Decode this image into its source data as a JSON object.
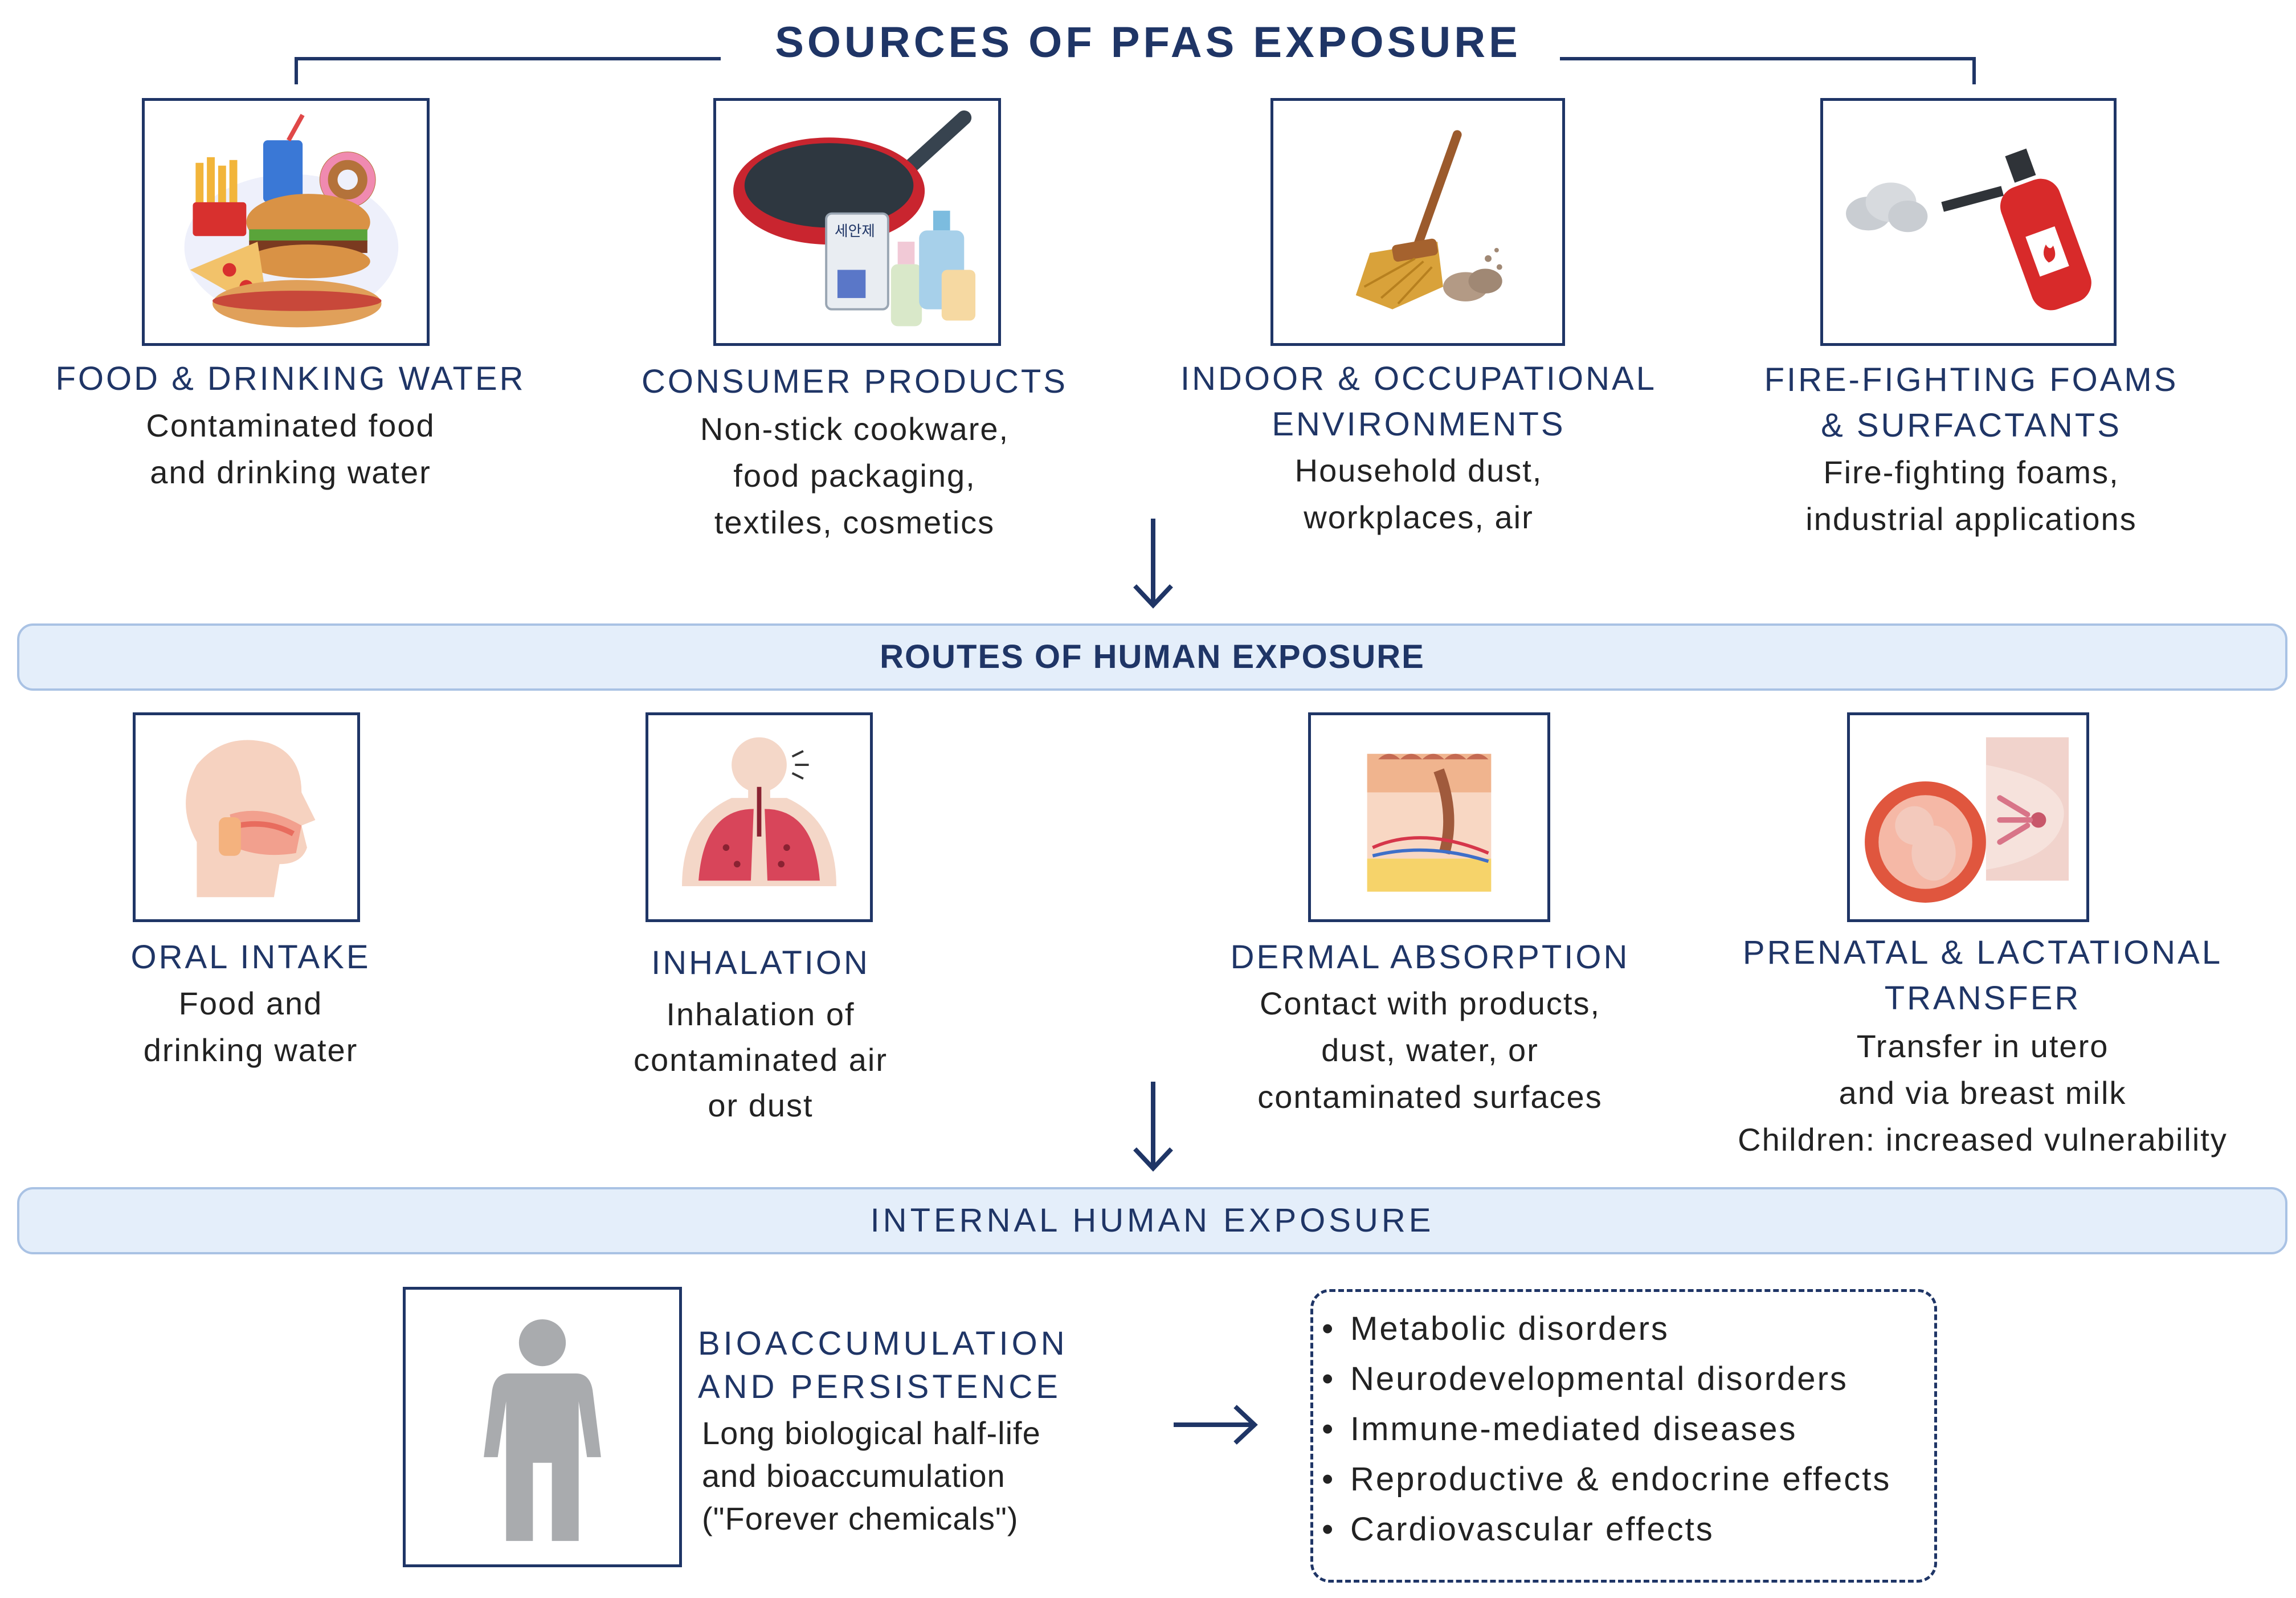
{
  "title": "SOURCES OF PFAS EXPOSURE",
  "sources": [
    {
      "title_lines": [
        "FOOD & DRINKING WATER"
      ],
      "desc_lines": [
        "Contaminated food",
        "and drinking water"
      ],
      "icon": "fast-food-icon"
    },
    {
      "title_lines": [
        "CONSUMER PRODUCTS"
      ],
      "desc_lines": [
        "Non-stick cookware,",
        "food packaging,",
        "textiles, cosmetics"
      ],
      "icon": "frying-pan-cosmetics-icon",
      "packaging_text": "세안제"
    },
    {
      "title_lines": [
        "INDOOR & OCCUPATIONAL",
        "ENVIRONMENTS"
      ],
      "desc_lines": [
        "Household dust,",
        "workplaces, air"
      ],
      "icon": "broom-dust-icon"
    },
    {
      "title_lines": [
        "FIRE-FIGHTING FOAMS",
        "& SURFACTANTS"
      ],
      "desc_lines": [
        "Fire-fighting foams,",
        "industrial applications"
      ],
      "icon": "fire-extinguisher-icon"
    }
  ],
  "routes_band": "ROUTES OF HUMAN EXPOSURE",
  "routes": [
    {
      "title_lines": [
        "ORAL INTAKE"
      ],
      "desc_lines": [
        "Food and",
        "drinking water"
      ],
      "icon": "head-mouth-icon"
    },
    {
      "title_lines": [
        "INHALATION"
      ],
      "desc_lines": [
        "Inhalation of",
        "contaminated air",
        "or dust"
      ],
      "icon": "lungs-icon"
    },
    {
      "title_lines": [
        "DERMAL ABSORPTION"
      ],
      "desc_lines": [
        "Contact with products,",
        "dust, water, or",
        "contaminated surfaces"
      ],
      "icon": "skin-layers-icon"
    },
    {
      "title_lines": [
        "PRENATAL & LACTATIONAL",
        "TRANSFER"
      ],
      "desc_lines": [
        "Transfer in utero",
        "and via breast milk",
        "Children: increased vulnerability"
      ],
      "icon": "fetus-breast-icon"
    }
  ],
  "internal_band": "INTERNAL HUMAN EXPOSURE",
  "bioaccumulation": {
    "title_lines": [
      "BIOACCUMULATION",
      "AND PERSISTENCE"
    ],
    "desc_lines": [
      "Long biological half-life",
      "and bioaccumulation",
      "(\"Forever chemicals\")"
    ],
    "icon": "person-silhouette-icon"
  },
  "health_effects": [
    "Metabolic disorders",
    "Neurodevelopmental disorders",
    "Immune-mediated diseases",
    "Reproductive & endocrine effects",
    "Cardiovascular effects"
  ],
  "colors": {
    "navy": "#1f3566",
    "band_fill": "#e4eefa",
    "band_border": "#a9c2e4"
  }
}
